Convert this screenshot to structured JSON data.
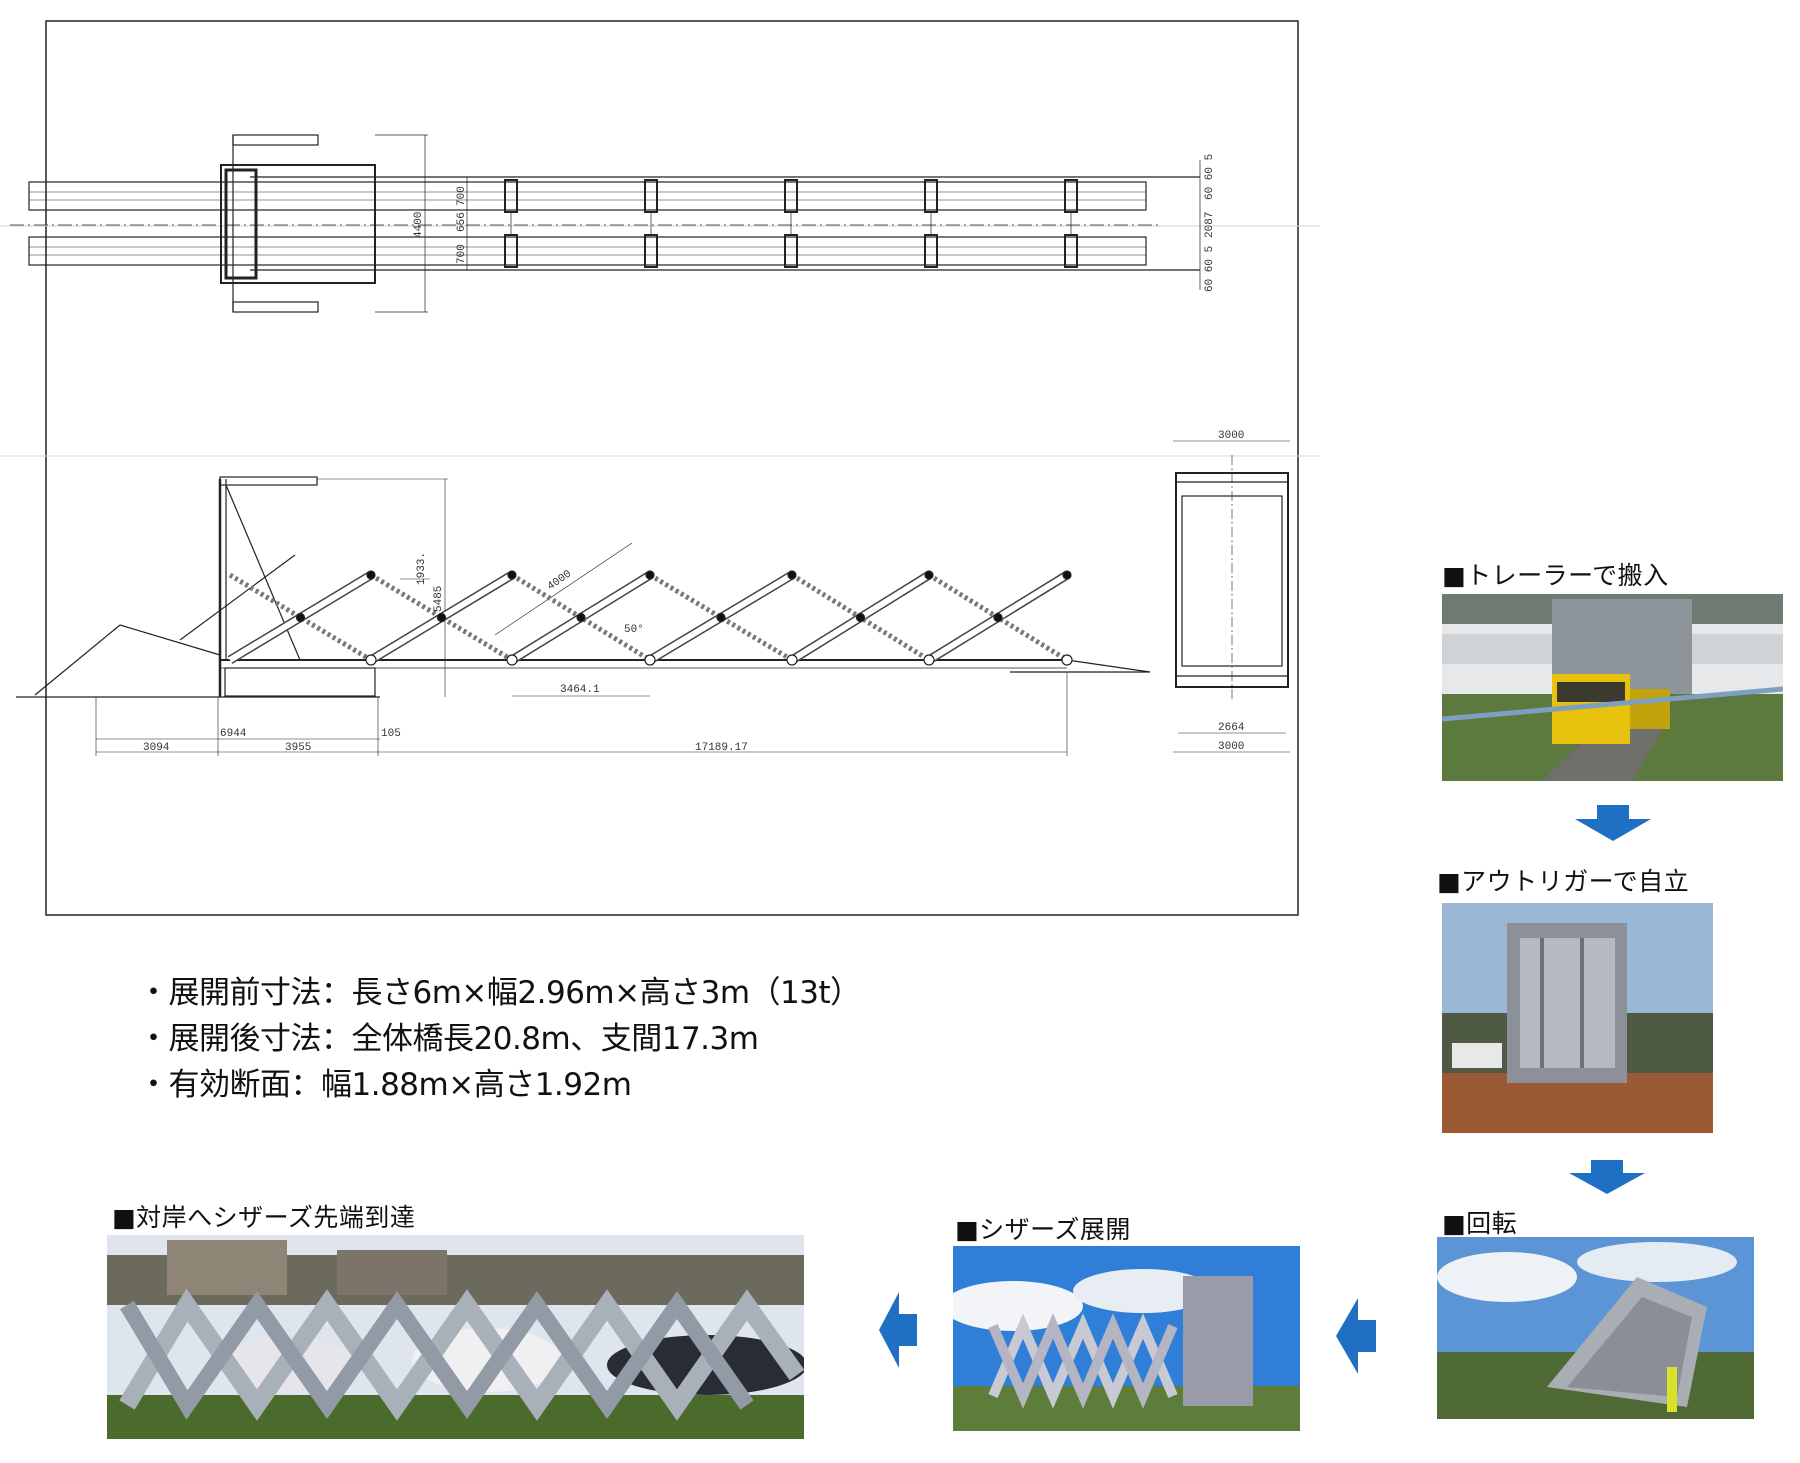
{
  "drawing": {
    "top_view_dims": {
      "overall_width": "4400",
      "bay_a": "700",
      "bay_b": "656",
      "bay_c": "700",
      "right_top": "60 60 5",
      "right_mid": "2087",
      "right_bottom": "60 60 5"
    },
    "side_view_dims": {
      "height_total": "5485",
      "height_upper": "1933.",
      "member_length": "4000",
      "angle": "50°",
      "panel_pitch": "3464.1",
      "base_total": "6944",
      "offset": "105",
      "rear": "3094",
      "base": "3955",
      "span": "17189.17"
    },
    "section_dims": {
      "top_width": "3000",
      "inner_width": "2664",
      "bottom_width": "3000"
    }
  },
  "specs": [
    "・展開前寸法：長さ6m×幅2.96m×高さ3m（13t）",
    "・展開後寸法：全体橋長20.8m、支間17.3m",
    "・有効断面：幅1.88m×高さ1.92m"
  ],
  "steps": {
    "trailer": "■トレーラーで搬入",
    "outrigger": "■アウトリガーで自立",
    "rotate": "■回転",
    "scissors": "■シザーズ展開",
    "reach": "■対岸へシザーズ先端到達"
  },
  "colors": {
    "arrow": "#1f6fc4",
    "line": "#222222"
  }
}
